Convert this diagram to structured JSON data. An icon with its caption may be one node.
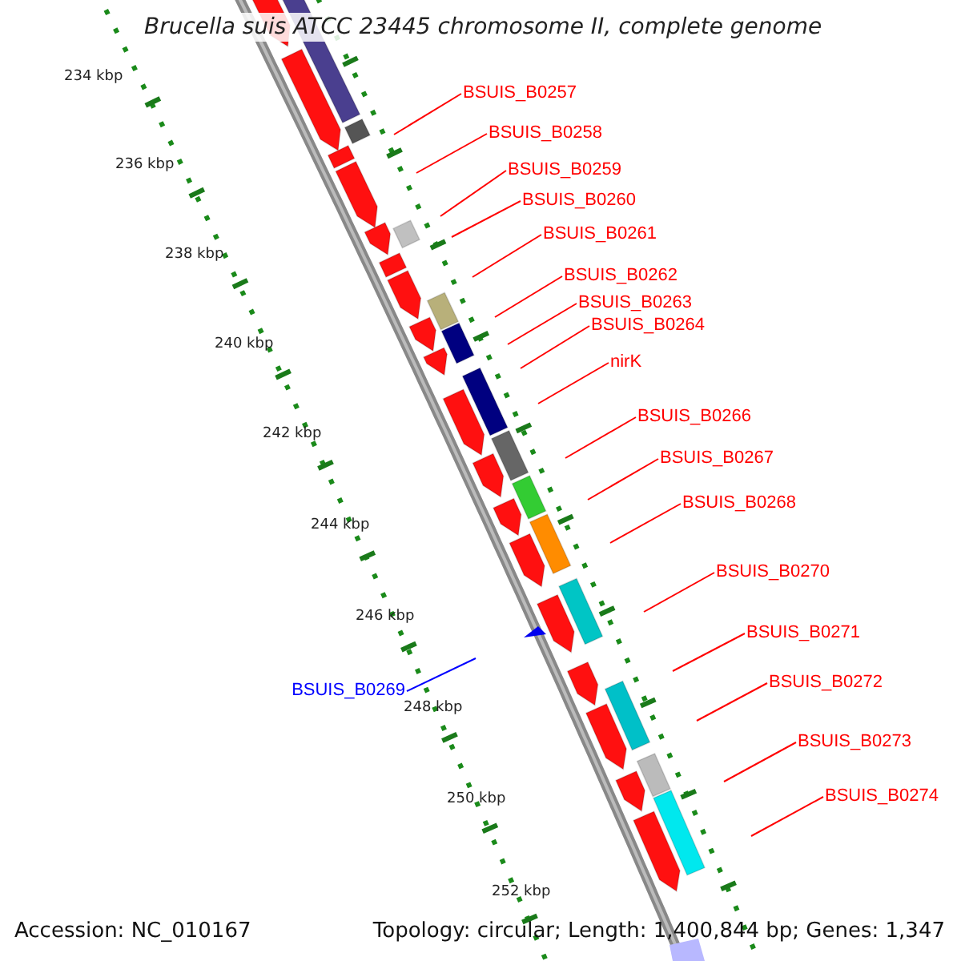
{
  "diagram": {
    "title": "Brucella suis ATCC 23445 chromosome II, complete genome",
    "nodes": [
      {
        "text": [
          "BSUIS_B0257"
        ]
      },
      {
        "text": [
          "BSUIS_B0258"
        ]
      },
      {
        "text": [
          "BSUIS_B0259"
        ]
      },
      {
        "text": [
          "BSUIS_B0260"
        ]
      },
      {
        "text": [
          "BSUIS_B0261"
        ]
      },
      {
        "text": [
          "BSUIS_B0262"
        ]
      },
      {
        "text": [
          "BSUIS_B0263"
        ]
      },
      {
        "text": [
          "BSUIS_B0264"
        ]
      },
      {
        "text": [
          "nirK"
        ]
      },
      {
        "text": [
          "BSUIS_B0266"
        ]
      },
      {
        "text": [
          "BSUIS_B0267"
        ]
      },
      {
        "text": [
          "BSUIS_B0268"
        ]
      },
      {
        "text": [
          "BSUIS_B0270"
        ]
      },
      {
        "text": [
          "BSUIS_B0271"
        ]
      },
      {
        "text": [
          "BSUIS_B0272"
        ]
      },
      {
        "text": [
          "BSUIS_B0273"
        ]
      },
      {
        "text": [
          "BSUIS_B0274"
        ]
      },
      {
        "text": [
          "BSUIS_B0269"
        ]
      }
    ],
    "edges": [
      {
        "from": 0,
        "to": null,
        "arrow": "none"
      },
      {
        "from": 1,
        "to": null,
        "arrow": "none"
      },
      {
        "from": 2,
        "to": null,
        "arrow": "none"
      },
      {
        "from": 3,
        "to": null,
        "arrow": "none"
      },
      {
        "from": 4,
        "to": null,
        "arrow": "none"
      },
      {
        "from": 5,
        "to": null,
        "arrow": "none"
      },
      {
        "from": 6,
        "to": null,
        "arrow": "none"
      },
      {
        "from": 7,
        "to": null,
        "arrow": "none"
      },
      {
        "from": 8,
        "to": null,
        "arrow": "none"
      },
      {
        "from": 9,
        "to": null,
        "arrow": "none"
      },
      {
        "from": 10,
        "to": null,
        "arrow": "none"
      },
      {
        "from": 11,
        "to": null,
        "arrow": "none"
      },
      {
        "from": 12,
        "to": null,
        "arrow": "none"
      },
      {
        "from": 13,
        "to": null,
        "arrow": "none"
      },
      {
        "from": 14,
        "to": null,
        "arrow": "none"
      },
      {
        "from": 15,
        "to": null,
        "arrow": "none"
      },
      {
        "from": 16,
        "to": null,
        "arrow": "none"
      },
      {
        "from": 17,
        "to": null,
        "arrow": "none",
        "color": "#0000ff"
      }
    ],
    "labels": [
      "234 kbp",
      "236 kbp",
      "238 kbp",
      "240 kbp",
      "242 kbp",
      "244 kbp",
      "246 kbp",
      "248 kbp",
      "250 kbp",
      "252 kbp",
      "Accession: NC_010167",
      "Topology: circular; Length: 1,400,844 bp; Genes: 1,347"
    ]
  }
}
